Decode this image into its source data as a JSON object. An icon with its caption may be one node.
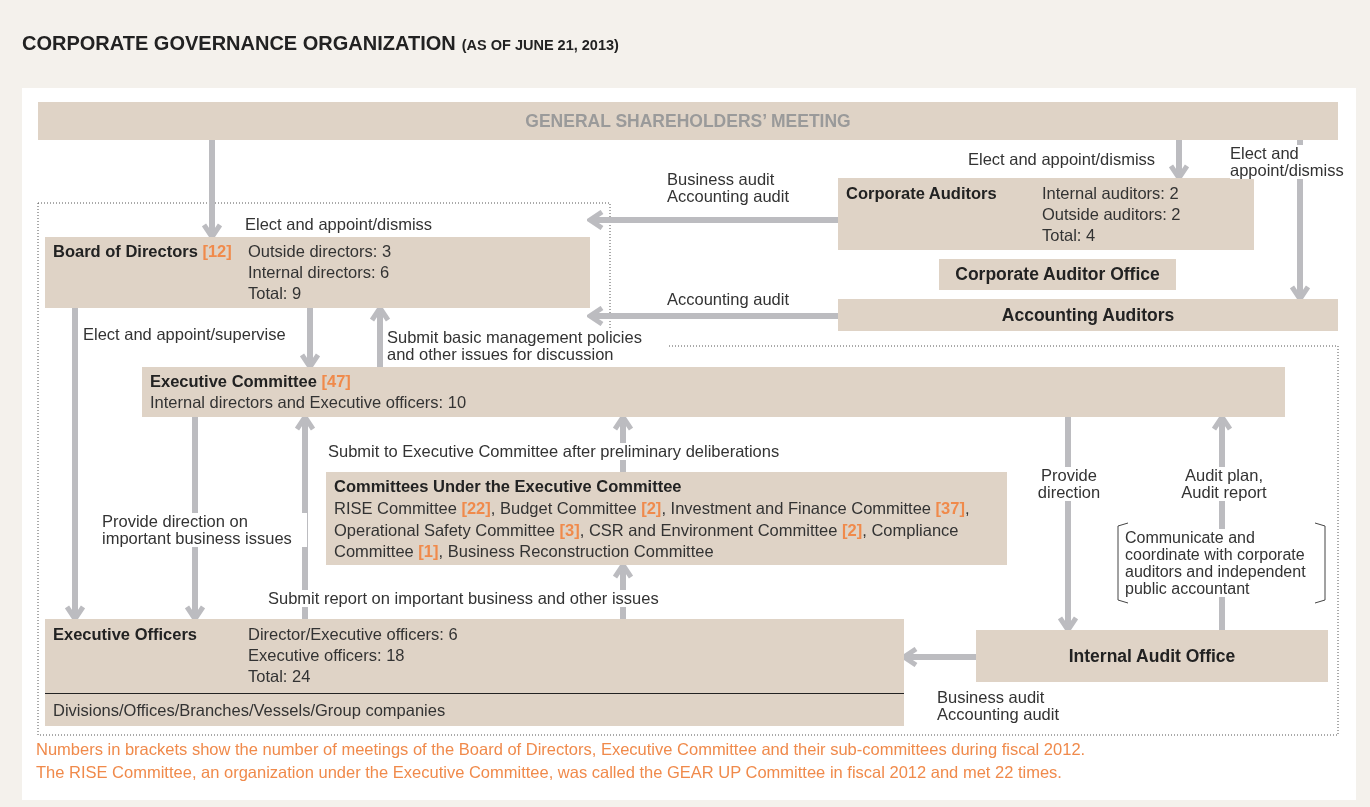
{
  "diagram": {
    "title": "CORPORATE GOVERNANCE ORGANIZATION",
    "nodes": [
      {
        "text": [
          "GENERAL SHAREHOLDERS’ MEETING"
        ]
      },
      {
        "text": [
          "Board of Directors **[12]**",
          "Outside directors: 3",
          "Internal directors: 6",
          "Total: 9"
        ]
      },
      {
        "text": [
          "Corporate Auditors",
          "Internal auditors: 2",
          "Outside auditors: 2",
          "Total: 4"
        ]
      },
      {
        "text": [
          "Corporate Auditor Office"
        ]
      },
      {
        "text": [
          "Accounting Auditors"
        ]
      },
      {
        "text": [
          "Executive Committee **[47]**",
          "Internal directors and Executive officers: 10"
        ]
      },
      {
        "text": [
          "Committees Under the Executive Committee",
          "RISE Committee **[22]**, Budget Committee **[2]**, Investment and Finance Committee **[37]**, Operational Safety Committee **[3]**, CSR and Environment Committee **[2]**, Compliance Committee **[1]**, Business Reconstruction Committee"
        ]
      },
      {
        "text": [
          "Executive Officers",
          "Director/Executive officers: 6",
          "Executive officers: 18",
          "Total: 24"
        ]
      },
      {
        "text": [
          "Divisions/Offices/Branches/Vessels/Group companies"
        ],
        "in": 7
      },
      {
        "text": [
          "Internal Audit Office"
        ]
      }
    ],
    "edges": [
      {
        "from": 0,
        "to": 1,
        "arrow": "to",
        "label": "Elect and appoint/dismiss"
      },
      {
        "from": 0,
        "to": 2,
        "arrow": "to",
        "label": "Elect and appoint/dismiss"
      },
      {
        "from": 0,
        "to": 4,
        "arrow": "to",
        "label": "Elect and appoint/dismiss"
      },
      {
        "from": 2,
        "to": 1,
        "arrow": "to",
        "label": "Business audit Accounting audit"
      },
      {
        "from": 4,
        "to": 1,
        "arrow": "to",
        "label": "Accounting audit"
      },
      {
        "from": 1,
        "to": 5,
        "arrow": "to"
      },
      {
        "from": 5,
        "to": 1,
        "arrow": "to",
        "label": "Submit basic management policies and other issues for discussion"
      },
      {
        "from": 1,
        "to": 7,
        "arrow": "to",
        "label": "Elect and appoint/supervise"
      },
      {
        "from": 5,
        "to": 7,
        "arrow": "to",
        "label": "Provide direction on important business issues"
      },
      {
        "from": 7,
        "to": 5,
        "arrow": "to"
      },
      {
        "from": 7,
        "to": 6,
        "arrow": "to",
        "label": "Submit report on important business and other issues"
      },
      {
        "from": 6,
        "to": 5,
        "arrow": "to",
        "label": "Submit to Executive Committee after preliminary deliberations"
      },
      {
        "from": 5,
        "to": 9,
        "arrow": "to",
        "label": "Provide direction"
      },
      {
        "from": 9,
        "to": 5,
        "arrow": "to",
        "label": "Audit plan, Audit report"
      },
      {
        "from": 9,
        "to": 7,
        "arrow": "to",
        "label": "Business audit Accounting audit"
      }
    ],
    "labels": [
      "(AS OF JUNE 21, 2013)",
      "Numbers in brackets show the number of meetings of the Board of Directors, Executive Committee and their sub-committees during fiscal 2012.",
      "The RISE Committee, an organization under the Executive Committee, was called the GEAR UP Committee in fiscal 2012 and met 22 times.",
      "Communicate and coordinate with corporate auditors and independent public accountant"
    ]
  }
}
